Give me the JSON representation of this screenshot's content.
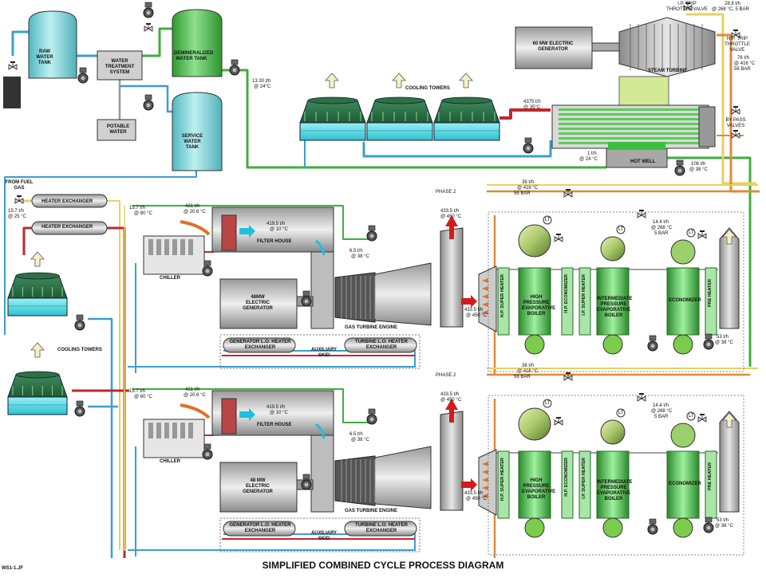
{
  "title": "SIMPLIFIED COMBINED CYCLE PROCESS DIAGRAM",
  "code": "WS1-1.JF",
  "tanks": {
    "raw_water": "RAW WATER TANK",
    "demineralized": "DEMINERALIZED WATER TANK",
    "service": "SERVICE WATER TANK",
    "water_treatment": "WATER TREATMENT SYSTEM",
    "potable": "POTABLE WATER"
  },
  "steam_side": {
    "generator_60": "60 MW ELECTRIC GENERATOR",
    "steam_turbine": "STEAM TURBINE",
    "hot_well": "HOT WELL",
    "cooling_towers": "COOLING TOWERS",
    "ip_trip_valve": "I.P. TRIP THROTTLE VALVE",
    "hp_trip_valve": "H.P. TRIP THROTTLE VALVE",
    "bypass_valves": "BY PASS VALVES",
    "top_right_flow_1": "28.8 t/h",
    "top_right_flow_2": "@ 268 °C, 5 BAR",
    "hp_flow_1": "76 t/h",
    "hp_flow_2": "@ 416 °C",
    "hp_flow_3": "56 BAR",
    "cw_flow_1": "4375 t/h",
    "cw_flow_2": "@ 35°C",
    "mk_flow_1": "13.30 t/h",
    "mk_flow_2": "@ 24°C",
    "hw_in_1": "1 t/h",
    "hw_in_2": "@ 24 °C",
    "hw_out_1": "106 t/h",
    "hw_out_2": "@ 38 °C"
  },
  "left_side": {
    "from_fuel_gas": "FROM FUEL GAS",
    "fuel_flow_1": "15.7 t/h",
    "fuel_flow_2": "@ 25 °C",
    "heater_exchanger": "HEATER EXCHANGER",
    "cooling_towers": "COOLING TOWERS"
  },
  "trains": [
    {
      "fuel_1": "15.7 t/h",
      "fuel_2": "@ 80 °C",
      "air_1": "421 t/h",
      "air_2": "@ 20.6 °C",
      "filt_1": "419.5 t/h",
      "filt_2": "@ 10 °C",
      "filter_house": "FILTER HOUSE",
      "chiller": "CHILLER",
      "generator": "48MW ELECTRIC GENERATOR",
      "gas_turbine": "GAS TURBINE ENGINE",
      "gen_lo": "GENERATOR L.O. HEATER EXCHANGER",
      "turb_lo": "TURBINE L.O. HEATER EXCHANGER",
      "aux_skid": "AUXILIARY SKID",
      "water_1": "6.5 t/h",
      "water_2": "@ 38 °C",
      "phase": "PHASE 2",
      "stack_1": "433.5 t/h",
      "stack_2": "@ 450 °C",
      "exh_1": "433.5 t/h",
      "exh_2": "@ 450 °C",
      "hp_steam_1": "38 t/h",
      "hp_steam_2": "@ 416 °C",
      "hp_steam_3": "56 BAR",
      "ip_steam_1": "14.4 t/h",
      "ip_steam_2": "@ 268 °C",
      "ip_steam_3": "5 BAR",
      "out_1": "53 t/h",
      "out_2": "@ 38 °C",
      "hp_sh": "H.P. SUPER HEATER",
      "hp_boiler": "HIGH PRESSURE EVAPORATIVE BOILER",
      "hp_econ": "H.P. ECONOMIZER",
      "ip_sh": "I.P. SUPER HEATER",
      "ip_boiler": "INTERMEDIATE PRESSURE EVAPORATIVE BOILER",
      "economizer": "ECONOMIZER",
      "pre_heater": "PRE HEATER",
      "lt": "LT"
    },
    {
      "fuel_1": "15.7 t/h",
      "fuel_2": "@ 80 °C",
      "air_1": "421 t/h",
      "air_2": "@ 20.6 °C",
      "filt_1": "419.5 t/h",
      "filt_2": "@ 10 °C",
      "filter_house": "FILTER HOUSE",
      "chiller": "CHILLER",
      "generator": "48 MW ELECTRIC GENERATOR",
      "gas_turbine": "GAS TURBINE ENGINE",
      "gen_lo": "GENERATOR L.O. HEATER EXCHANGER",
      "turb_lo": "TURBINE L.O. HEATER EXCHANGER",
      "aux_skid": "AUXILIARY SKID",
      "water_1": "6.5 t/h",
      "water_2": "@ 38 °C",
      "phase": "PHASE 2",
      "stack_1": "433.5 t/h",
      "stack_2": "@ 450 °C",
      "exh_1": "433.5 t/h",
      "exh_2": "@ 450 °C",
      "hp_steam_1": "38 t/h",
      "hp_steam_2": "@ 416 °C",
      "hp_steam_3": "56 BAR",
      "ip_steam_1": "14.4 t/h",
      "ip_steam_2": "@ 268 °C",
      "ip_steam_3": "5 BAR",
      "out_1": "53 t/h",
      "out_2": "@ 38 °C",
      "hp_sh": "H.P. SUPER HEATER",
      "hp_boiler": "HIGH PRESSURE EVAPORATIVE BOILER",
      "hp_econ": "H.P. ECONOMIZER",
      "ip_sh": "I.P. SUPER HEATER",
      "ip_boiler": "INTERMEDIATE PRESSURE EVAPORATIVE BOILER",
      "economizer": "ECONOMIZER",
      "pre_heater": "PRE HEATER",
      "lt": "LT"
    }
  ],
  "colors": {
    "steam_red": "#c0282d",
    "water_green": "#3fae3f",
    "tank_cyan": "#7fd6dc",
    "demin_green": "#4cbf4c",
    "exhaust_orange": "#e08a3a",
    "fuel_yellow": "#e8d060",
    "cyan_arrow": "#1ec0e0",
    "gray_body": "#c8c8c8"
  }
}
